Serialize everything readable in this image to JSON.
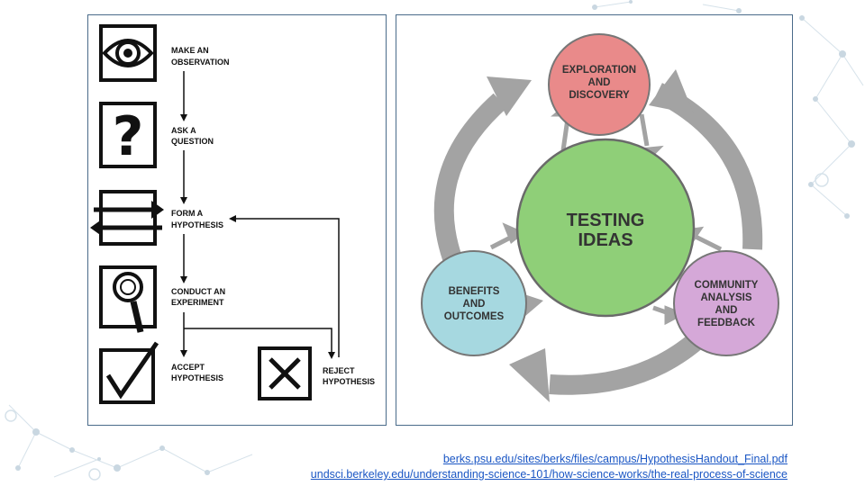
{
  "flowchart": {
    "steps": {
      "observe": [
        "MAKE AN",
        "OBSERVATION"
      ],
      "question": [
        "ASK A",
        "QUESTION"
      ],
      "hypothesis": [
        "FORM A",
        "HYPOTHESIS"
      ],
      "experiment": [
        "CONDUCT AN",
        "EXPERIMENT"
      ],
      "accept": [
        "ACCEPT",
        "HYPOTHESIS"
      ],
      "reject": [
        "REJECT",
        "HYPOTHESIS"
      ]
    }
  },
  "cycle": {
    "center": [
      "TESTING",
      "IDEAS"
    ],
    "top": [
      "EXPLORATION",
      "AND",
      "DISCOVERY"
    ],
    "left": [
      "BENEFITS",
      "AND",
      "OUTCOMES"
    ],
    "right": [
      "COMMUNITY",
      "ANALYSIS",
      "AND",
      "FEEDBACK"
    ],
    "colors": {
      "top": "#e98a8a",
      "center": "#8fcf78",
      "left": "#a6d8e0",
      "right": "#d5a8d8",
      "arrow": "#a3a3a3"
    }
  },
  "sources": {
    "link1": "berks.psu.edu/sites/berks/files/campus/HypothesisHandout_Final.pdf",
    "link2": "undsci.berkeley.edu/understanding-science-101/how-science-works/the-real-process-of-science"
  }
}
